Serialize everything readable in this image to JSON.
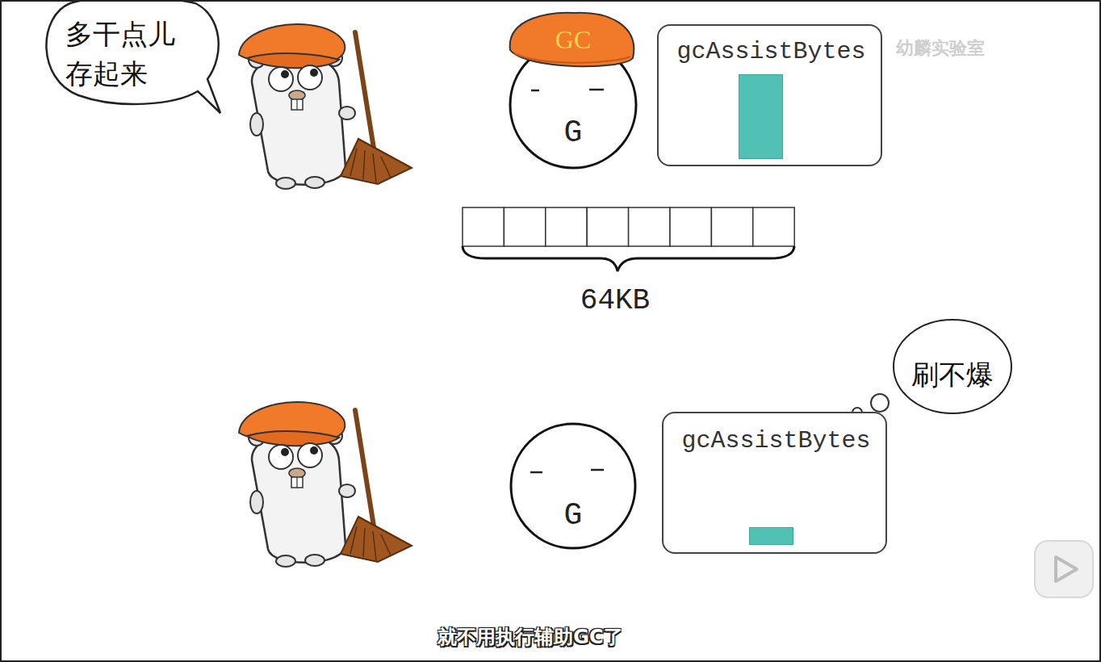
{
  "diagram": {
    "nodes": [
      {
        "text": [
          "多干点儿 存起来"
        ]
      },
      {
        "text": [
          "GC",
          "G"
        ]
      },
      {
        "text": [
          "gcAssistBytes"
        ]
      },
      {
        "text": [
          "刷不爆"
        ]
      },
      {
        "text": [
          "G"
        ]
      },
      {
        "text": [
          "gcAssistBytes"
        ]
      }
    ],
    "labels": [
      "64KB",
      "就不用执行辅助GC了",
      "幼麟实验室"
    ]
  }
}
